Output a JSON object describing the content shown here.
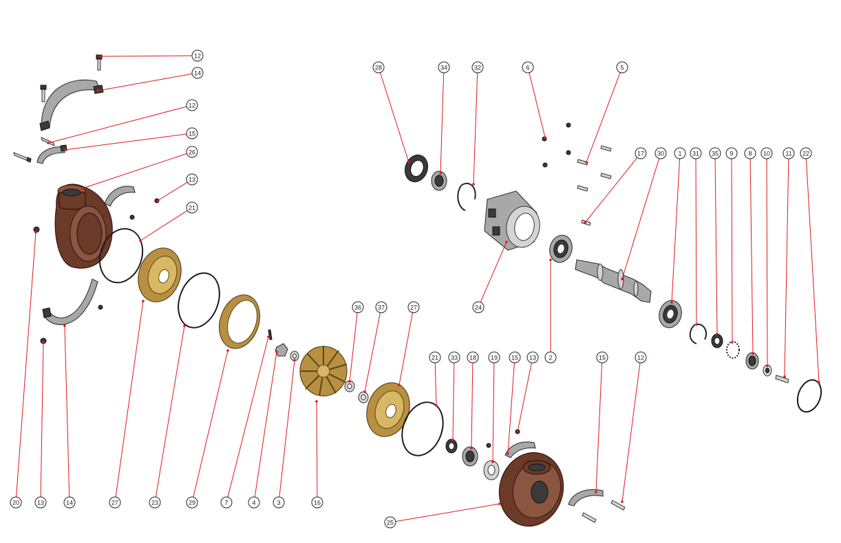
{
  "callouts": [
    {
      "label": "12"
    },
    {
      "label": "14"
    },
    {
      "label": "12"
    },
    {
      "label": "15"
    },
    {
      "label": "26"
    },
    {
      "label": "13"
    },
    {
      "label": "21"
    },
    {
      "label": "28"
    },
    {
      "label": "34"
    },
    {
      "label": "32"
    },
    {
      "label": "6"
    },
    {
      "label": "5"
    },
    {
      "label": "17"
    },
    {
      "label": "30"
    },
    {
      "label": "1"
    },
    {
      "label": "31"
    },
    {
      "label": "35"
    },
    {
      "label": "9"
    },
    {
      "label": "8"
    },
    {
      "label": "10"
    },
    {
      "label": "11"
    },
    {
      "label": "22"
    },
    {
      "label": "24"
    },
    {
      "label": "36"
    },
    {
      "label": "37"
    },
    {
      "label": "27"
    },
    {
      "label": "21"
    },
    {
      "label": "33"
    },
    {
      "label": "18"
    },
    {
      "label": "19"
    },
    {
      "label": "15"
    },
    {
      "label": "13"
    },
    {
      "label": "2"
    },
    {
      "label": "15"
    },
    {
      "label": "12"
    },
    {
      "label": "20"
    },
    {
      "label": "13"
    },
    {
      "label": "14"
    },
    {
      "label": "27"
    },
    {
      "label": "23"
    },
    {
      "label": "29"
    },
    {
      "label": "7"
    },
    {
      "label": "4"
    },
    {
      "label": "3"
    },
    {
      "label": "16"
    },
    {
      "label": "25"
    }
  ],
  "colors": {
    "leader": "#e0161b",
    "casing": "#6b3a29",
    "bronze": "#b89042",
    "steel": "#a8a8a8"
  }
}
